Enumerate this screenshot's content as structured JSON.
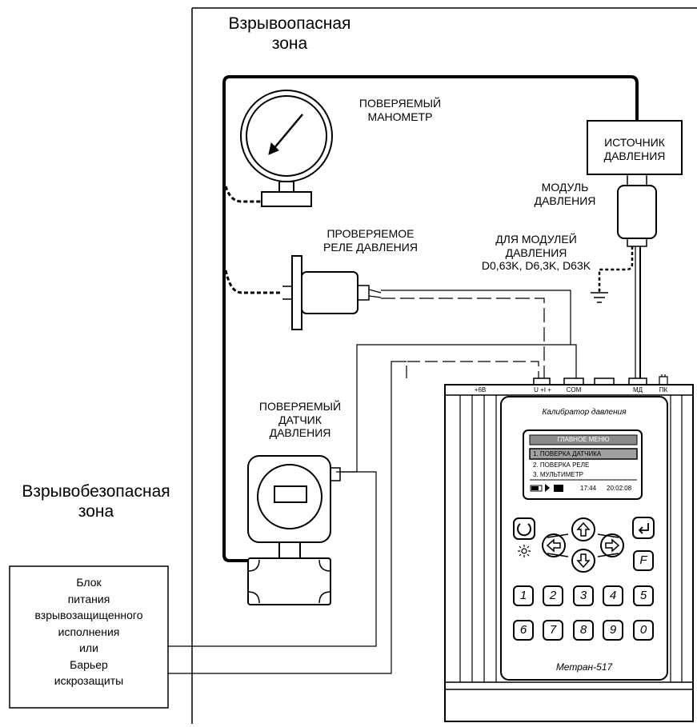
{
  "zones": {
    "hazardous": "Взрывоопасная\nзона",
    "safe": "Взрывобезопасная\nзона"
  },
  "labels": {
    "manometer": "ПОВЕРЯЕМЫЙ\nМАНОМЕТР",
    "pressure_source": "ИСТОЧНИК\nДАВЛЕНИЯ",
    "pressure_module": "МОДУЛЬ\nДАВЛЕНИЯ",
    "relay": "ПРОВЕРЯЕМОЕ\nРЕЛЕ ДАВЛЕНИЯ",
    "modules_note": "ДЛЯ МОДУЛЕЙ\nДАВЛЕНИЯ\nD0,63K, D6,3K, D63K",
    "sensor": "ПОВЕРЯЕМЫЙ\nДАТЧИК\nДАВЛЕНИЯ",
    "power_block": "Блок\nпитания\nвзрывозащищенного\nисполнения\nили\nБарьер\nискрозащиты"
  },
  "calibrator": {
    "title": "Калибратор давления",
    "model": "Метран-517",
    "connectors": {
      "plus6v": "+6В",
      "ui": "U +I +",
      "com": "COM",
      "md": "МД",
      "pk": "ПК"
    },
    "screen": {
      "header": "ГЛАВНОЕ МЕНЮ",
      "items": [
        "1.  ПОВЕРКА ДАТЧИКА",
        "2.  ПОВЕРКА РЕЛЕ",
        "3.  МУЛЬТИМЕТР"
      ],
      "selected_index": 0,
      "status_time1": "17:44",
      "status_time2": "20:02:08"
    },
    "keys": {
      "f": "F",
      "row1": [
        "1",
        "2",
        "3",
        "4",
        "5"
      ],
      "row2": [
        "6",
        "7",
        "8",
        "9",
        "0"
      ]
    }
  }
}
